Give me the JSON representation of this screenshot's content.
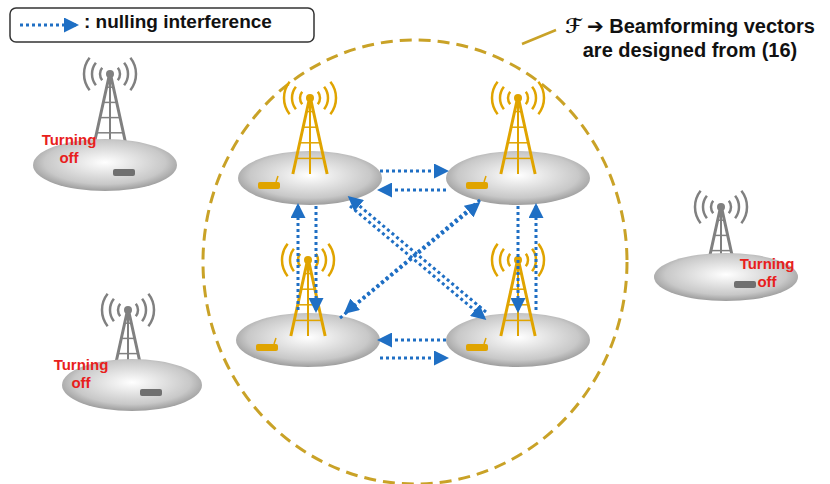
{
  "diagram": {
    "nodes": [
      {
        "text": [
          "Turning off"
        ]
      },
      {
        "text": [
          "Turning off"
        ]
      },
      {
        "text": [
          "Turning off"
        ]
      }
    ],
    "labels": [
      "ℱ ➔ Beamforming vectors are designed from (16)"
    ],
    "legend": [
      {
        "text": ": nulling interference"
      }
    ]
  }
}
